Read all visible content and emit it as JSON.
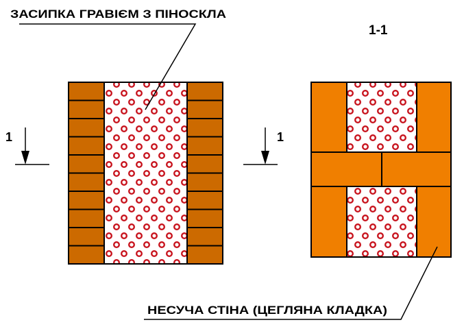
{
  "labels": {
    "fill_label": "ЗАСИПКА ГРАВІЄМ З ПІНОСКЛА",
    "wall_label": "НЕСУЧА СТІНА (ЦЕГЛЯНА КЛАДКА)",
    "section_title": "1-1",
    "section_mark_left": "1",
    "section_mark_right": "1"
  },
  "colors": {
    "brick_elevation": "#cc6a00",
    "brick_section": "#f07f00",
    "fill_circles": "#c8141e",
    "outline": "#000000"
  },
  "elevation_brick_rows": 10
}
